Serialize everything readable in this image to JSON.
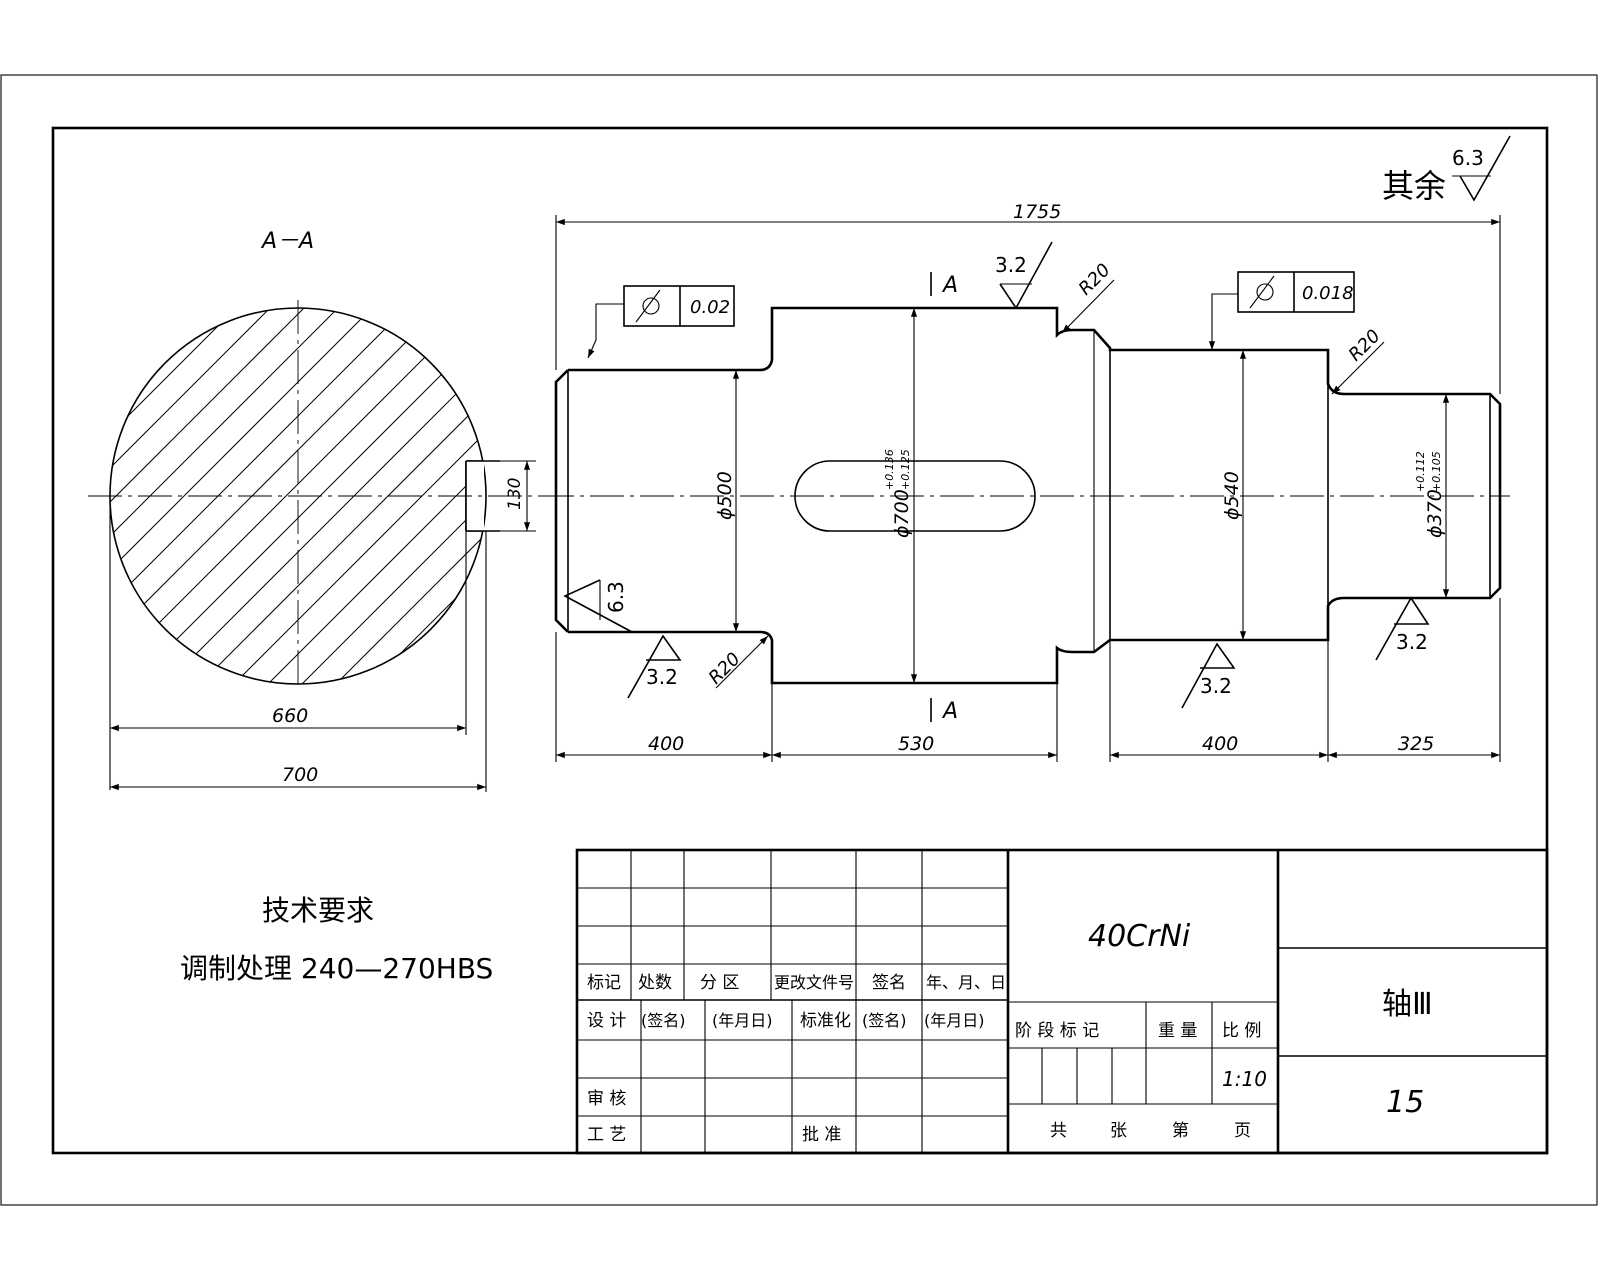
{
  "section_label": "A－A",
  "surface_finish_other": {
    "prefix": "其余",
    "value": "6.3"
  },
  "dims": {
    "overall_length": "1755",
    "section_660": "660",
    "section_700": "700",
    "keyway_130": "130",
    "len_400_a": "400",
    "len_530": "530",
    "len_400_b": "400",
    "len_325": "325",
    "dia_500": "ϕ500",
    "dia_700": "ϕ700",
    "dia_700_tol_upper": "+0.136",
    "dia_700_tol_lower": "+0.125",
    "dia_540": "ϕ540",
    "dia_370": "ϕ370",
    "dia_370_tol_upper": "+0.112",
    "dia_370_tol_lower": "+0.105",
    "radius_1": "R20",
    "radius_2": "R20",
    "radius_3": "R20"
  },
  "roughness": {
    "r_top": "3.2",
    "r_left_face": "6.3",
    "r_left": "3.2",
    "r_mid": "3.2",
    "r_right": "3.2"
  },
  "section_marks": {
    "top": "A",
    "bottom": "A"
  },
  "tolerances": {
    "runout_left": "0.02",
    "runout_right": "0.018"
  },
  "tech_req": {
    "title": "技术要求",
    "line": "调制处理   240—270HBS"
  },
  "title_block": {
    "material": "40CrNi",
    "part_name": "轴Ⅲ",
    "part_number": "15",
    "scale": "1:10",
    "rev_headers": [
      "标记",
      "处数",
      "分  区",
      "更改文件号",
      "签名",
      "年、月、日"
    ],
    "design_label": "设  计",
    "sign_1": "(签名)",
    "date_1": "(年月日)",
    "standard_label": "标准化",
    "sign_2": "(签名)",
    "date_2": "(年月日)",
    "review_label": "审  核",
    "process_label": "工  艺",
    "approve_label": "批  准",
    "stage_label": "阶 段 标 记",
    "weight_label": "重  量",
    "scale_label": "比  例",
    "sheets_total": "共",
    "sheets_unit": "张",
    "sheet_no": "第",
    "sheet_unit": "页"
  }
}
